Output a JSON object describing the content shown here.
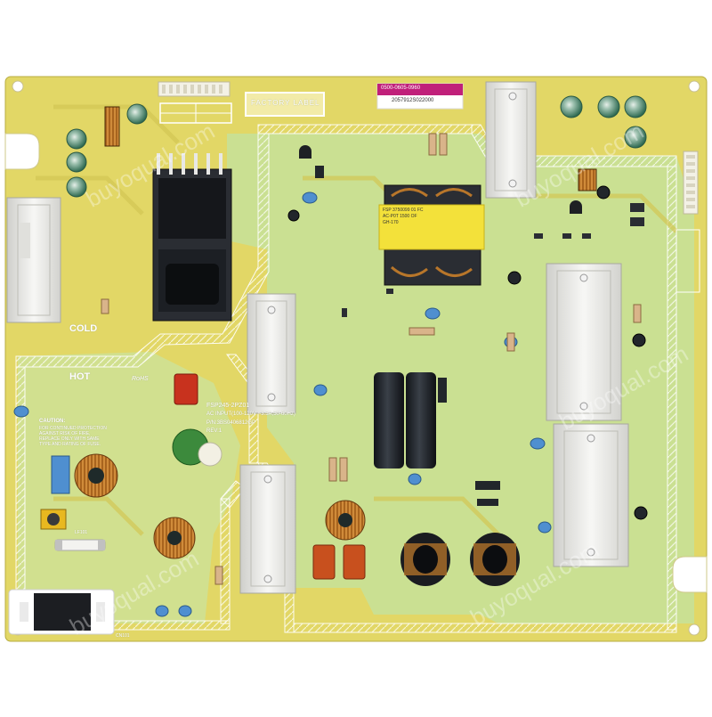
{
  "board": {
    "model_label": "FSP245-2PZ01",
    "input_rating": "AC INPUT(100-120V ~3.5A,50-60Hz)",
    "part_number": "P/N:3BS0406812GP",
    "revision": "REV:1",
    "factory_label": "FACTORY  LABEL",
    "serial_label": "0500-0605-0960",
    "barcode_number": "2057912S022000",
    "transformer_label": "FSP 3750099 01 FC",
    "transformer_label_2": "AC-P0T 1500 OF",
    "transformer_label_3": "GH-170",
    "cold_text": "COLD",
    "hot_text": "HOT",
    "rohs_text": "RoHS",
    "caution_text": "CAUTION:",
    "caution_body": "FOR CONTINUED PROTECTION AGAINST RISK OF FIRE, REPLACE ONLY WITH SAME TYPE AND RATING OF FUSE.",
    "watermark": "buyoqual.com",
    "connector_label": "CN101",
    "choke_label": "LF101"
  },
  "colors": {
    "pcb": "#e4d96a",
    "ground_plane": "#c8e39a",
    "silkscreen": "#ffffff",
    "heatsink": "#eeeeec",
    "capacitor_black": "#1e2228",
    "capacitor_green": "#4c8a70",
    "copper": "#b8762a",
    "ceramic_blue": "#4f8fd0"
  }
}
